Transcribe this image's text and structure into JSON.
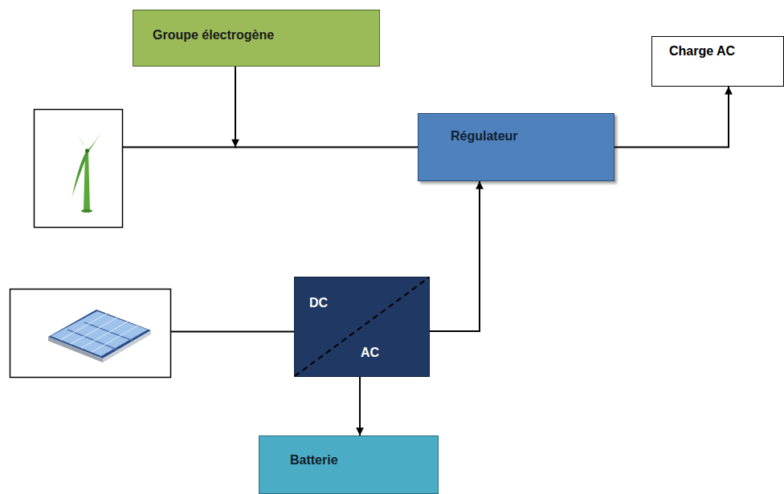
{
  "diagram": {
    "nodes": [
      {
        "text": [
          "Groupe électrogène"
        ]
      },
      {
        "text": [
          "Charge AC"
        ]
      },
      {
        "text": [
          "Régulateur"
        ]
      },
      {
        "text": [
          "DC",
          "AC"
        ]
      },
      {
        "text": [
          "Batterie"
        ]
      }
    ],
    "edges": [
      {
        "from": 0,
        "to": 2,
        "arrow": "to"
      },
      {
        "from": 2,
        "to": 1,
        "arrow": "to"
      },
      {
        "from": 3,
        "to": 2,
        "arrow": "to"
      },
      {
        "from": 3,
        "to": 4,
        "arrow": "to"
      }
    ]
  }
}
